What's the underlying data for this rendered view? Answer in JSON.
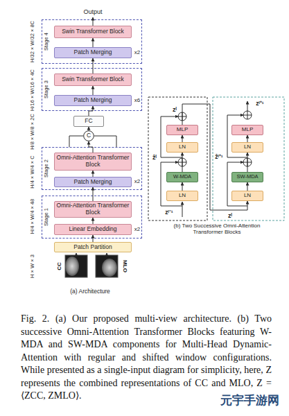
{
  "diagram": {
    "caption": "Fig. 2. (a) Our proposed multi-view architecture. (b) Two successive Omni-Attention Transformer Blocks featuring W-MDA and SW-MDA components for Multi-Head Dynamic-Attention with regular and shifted window configurations. While presented as a single-input diagram for simplicity, here, Z represents the combined representations of CC and MLO, Z = ⟨ZCC, ZMLO⟩.",
    "nodes": [
      {
        "text": [
          "Stage 4"
        ]
      },
      {
        "text": [
          "Swin Transformer Block"
        ],
        "in": 0
      },
      {
        "text": [
          "Patch Merging"
        ],
        "in": 0
      },
      {
        "text": [
          "Stage 3"
        ]
      },
      {
        "text": [
          "Swin Transformer Block"
        ],
        "in": 3
      },
      {
        "text": [
          "Patch Merging"
        ],
        "in": 3
      },
      {
        "text": [
          "FC"
        ]
      },
      {
        "text": [
          "C"
        ]
      },
      {
        "text": [
          "Stage 2"
        ]
      },
      {
        "text": [
          "Omni-Attention Transformer Block"
        ],
        "in": 8
      },
      {
        "text": [
          "Patch Merging"
        ],
        "in": 8
      },
      {
        "text": [
          "Stage 1"
        ]
      },
      {
        "text": [
          "Omni-Attention Transformer Block"
        ],
        "in": 11
      },
      {
        "text": [
          "Linear Embedding"
        ],
        "in": 11
      },
      {
        "text": [
          "Patch Partition"
        ]
      },
      {
        "text": [
          "MLP"
        ]
      },
      {
        "text": [
          "LN"
        ]
      },
      {
        "text": [
          "W-MDA"
        ]
      },
      {
        "text": [
          "LN"
        ]
      },
      {
        "text": [
          "MLP"
        ]
      },
      {
        "text": [
          "LN"
        ]
      },
      {
        "text": [
          "SW-MDA"
        ]
      },
      {
        "text": [
          "LN"
        ]
      }
    ],
    "edges": [
      {
        "from": 2,
        "to": 1,
        "arrow": "to"
      },
      {
        "from": 4,
        "to": 2,
        "arrow": "to"
      },
      {
        "from": 5,
        "to": 4,
        "arrow": "to"
      },
      {
        "from": 6,
        "to": 5,
        "arrow": "to"
      },
      {
        "from": 7,
        "to": 6,
        "arrow": "to"
      },
      {
        "from": 9,
        "to": 7,
        "arrow": "to"
      },
      {
        "from": 10,
        "to": 9,
        "arrow": "to"
      },
      {
        "from": 12,
        "to": 10,
        "arrow": "to"
      },
      {
        "from": 13,
        "to": 12,
        "arrow": "to"
      },
      {
        "from": 14,
        "to": 13,
        "arrow": "to"
      },
      {
        "from": 18,
        "to": 17,
        "arrow": "to"
      },
      {
        "from": 17,
        "to": 16,
        "arrow": "to"
      },
      {
        "from": 16,
        "to": 15,
        "arrow": "to"
      },
      {
        "from": 22,
        "to": 21,
        "arrow": "to"
      },
      {
        "from": 21,
        "to": 20,
        "arrow": "to"
      },
      {
        "from": 20,
        "to": 19,
        "arrow": "to"
      },
      {
        "from": 15,
        "to": 22,
        "arrow": "to"
      }
    ],
    "labels": [
      "Output",
      "H/32 × W/32 × 8C",
      "x2",
      "H/16 × W/16 × 4C",
      "x6",
      "H/8 × W/8 × 2C",
      "x2",
      "H/4 × W/4 × C",
      "H/4 × W/4 × 48",
      "x2",
      "H × W × 3",
      "CC",
      "MLO",
      "(a) Architecture",
      "zˡ",
      "ẑˡ",
      "zˡ⁻¹",
      "zˡ⁺¹",
      "ẑˡ⁺¹",
      "zˡ",
      "(b) Two Successive Omni-Attention Transformer Blocks",
      "元宇手游网"
    ]
  }
}
